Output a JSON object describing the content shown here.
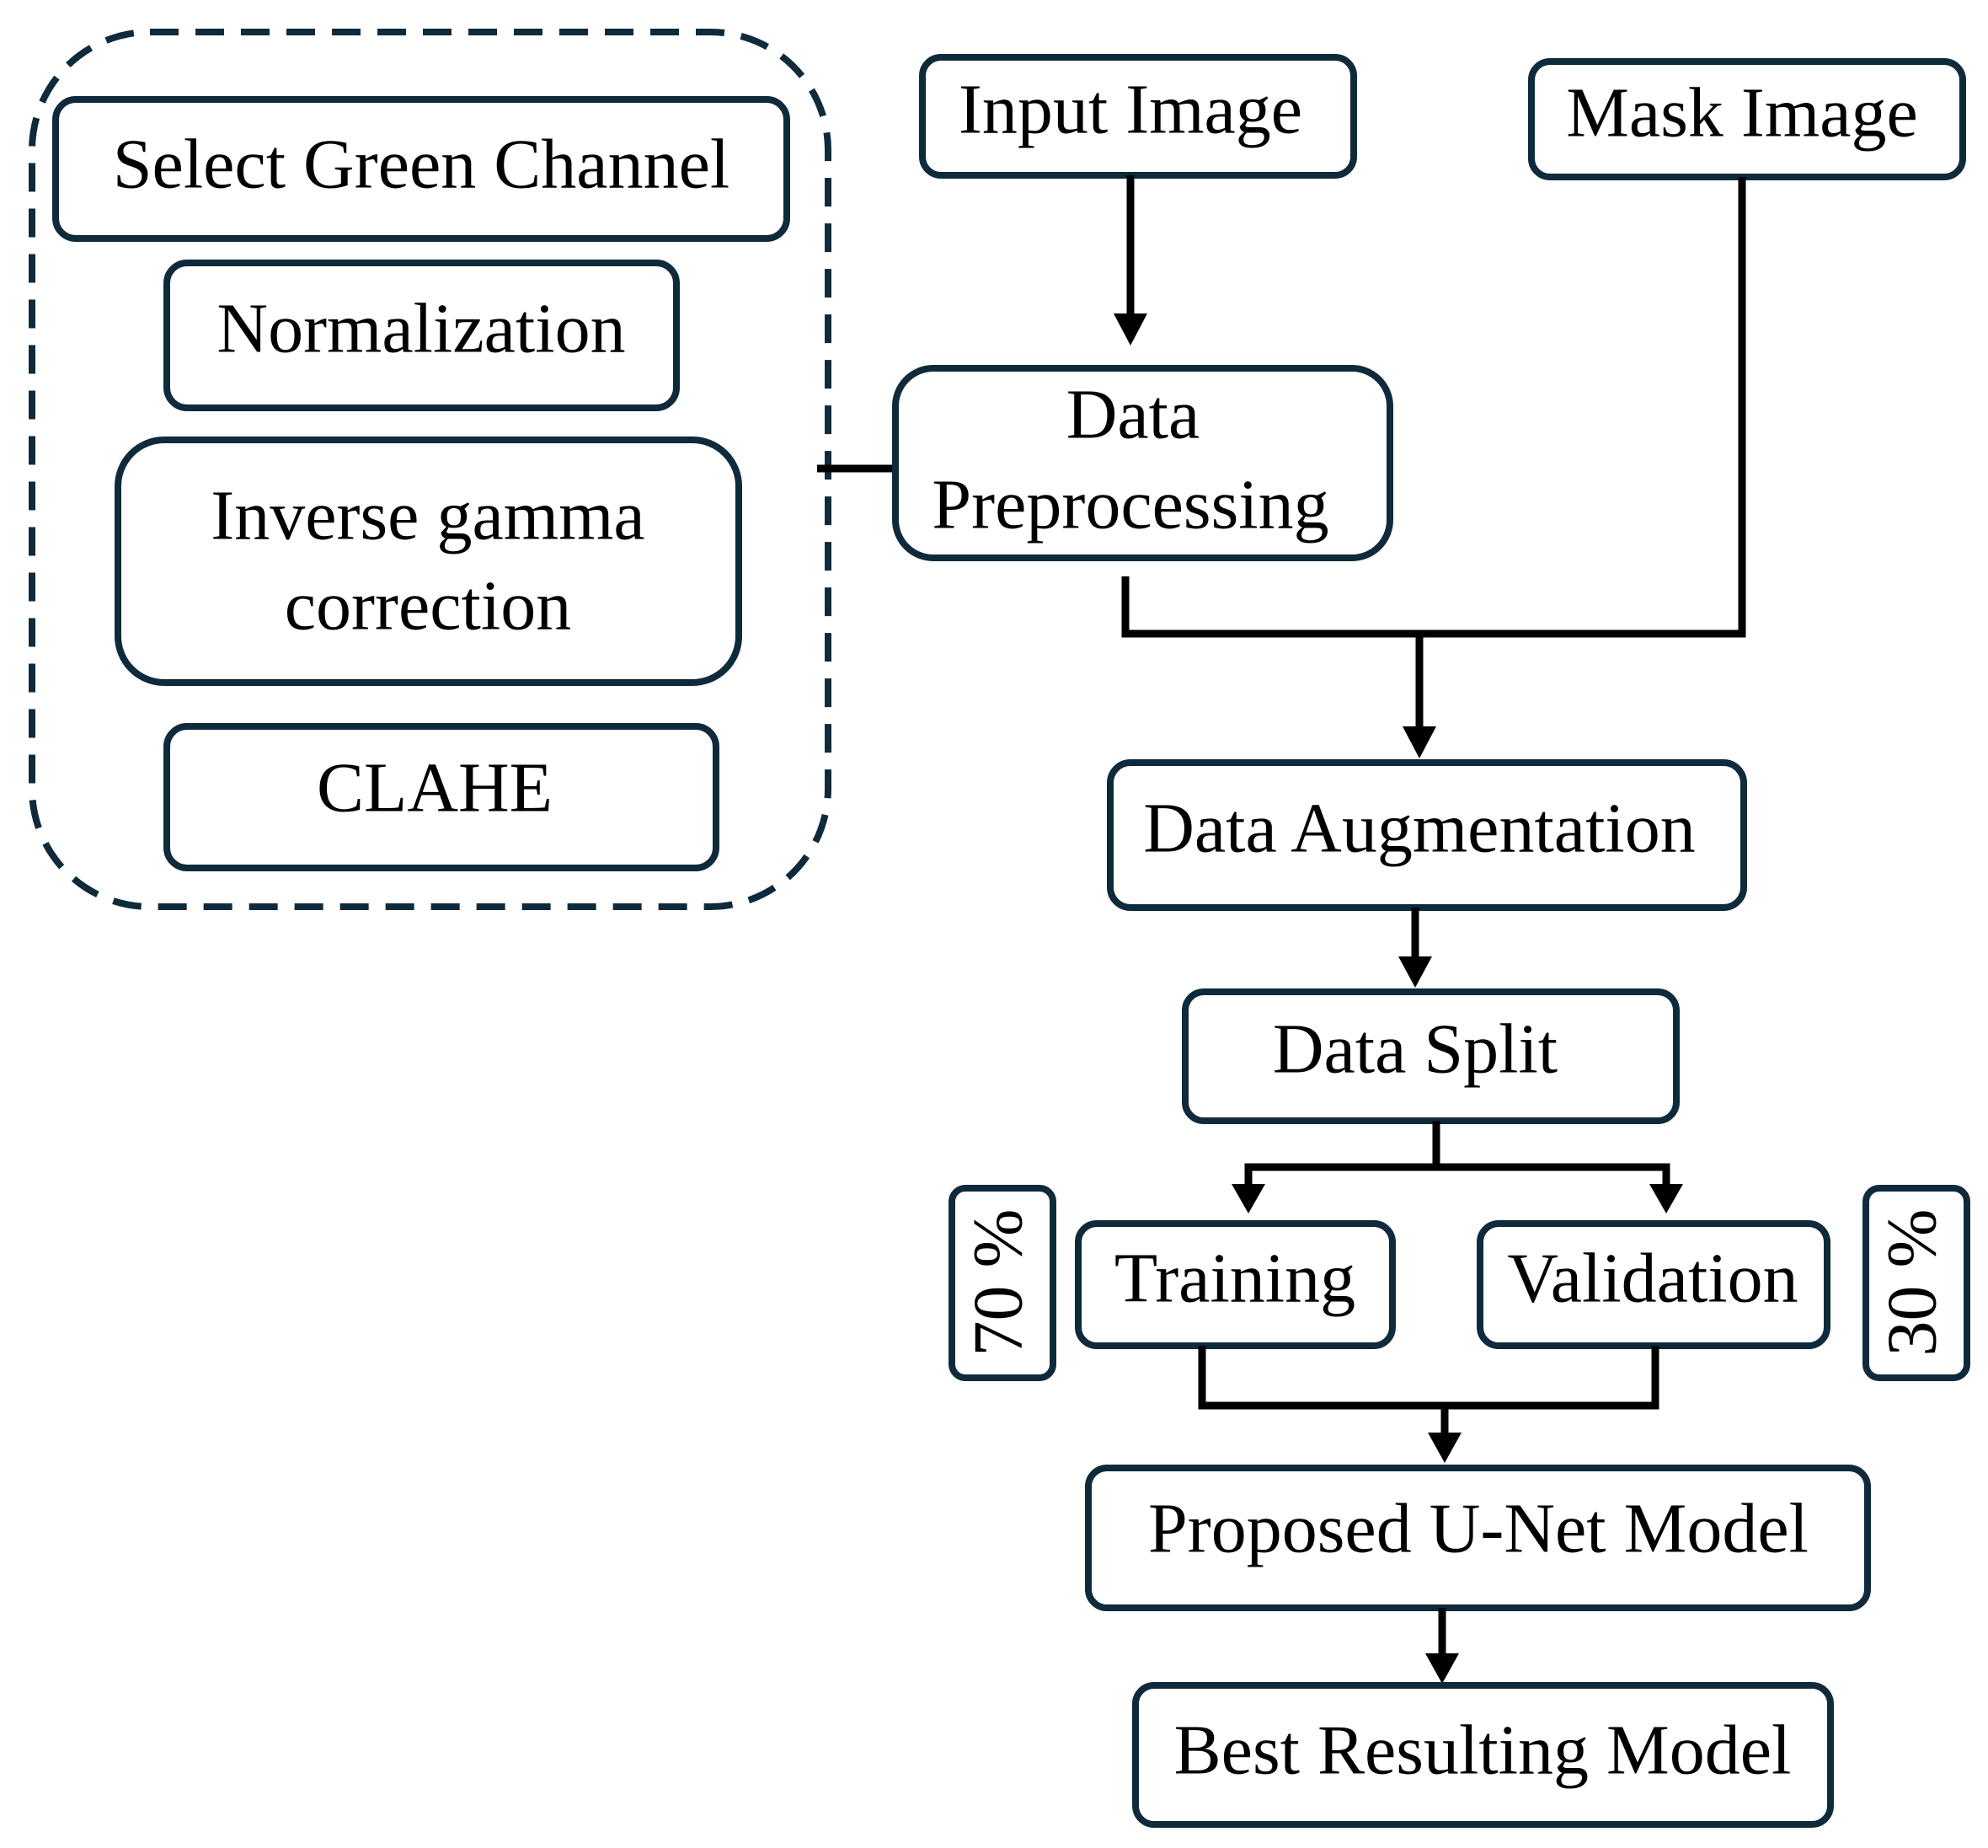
{
  "colors": {
    "box_stroke": "#0f2a3a",
    "edge": "#000000",
    "background": "#ffffff",
    "text": "#000000"
  },
  "preprocessing_steps": {
    "select_green": "Select Green Channel",
    "normalization": "Normalization",
    "inverse_gamma_line1": "Inverse gamma",
    "inverse_gamma_line2": "correction",
    "clahe": "CLAHE"
  },
  "inputs": {
    "input_image": "Input Image",
    "mask_image": "Mask Image"
  },
  "pipeline": {
    "data_preprocessing_line1": "Data",
    "data_preprocessing_line2": "Preprocessing",
    "data_augmentation": "Data Augmentation",
    "data_split": "Data Split",
    "training": "Training",
    "validation": "Validation",
    "training_share": "70 %",
    "validation_share": "30 %",
    "proposed_model": "Proposed U-Net Model",
    "best_model": "Best Resulting Model"
  }
}
